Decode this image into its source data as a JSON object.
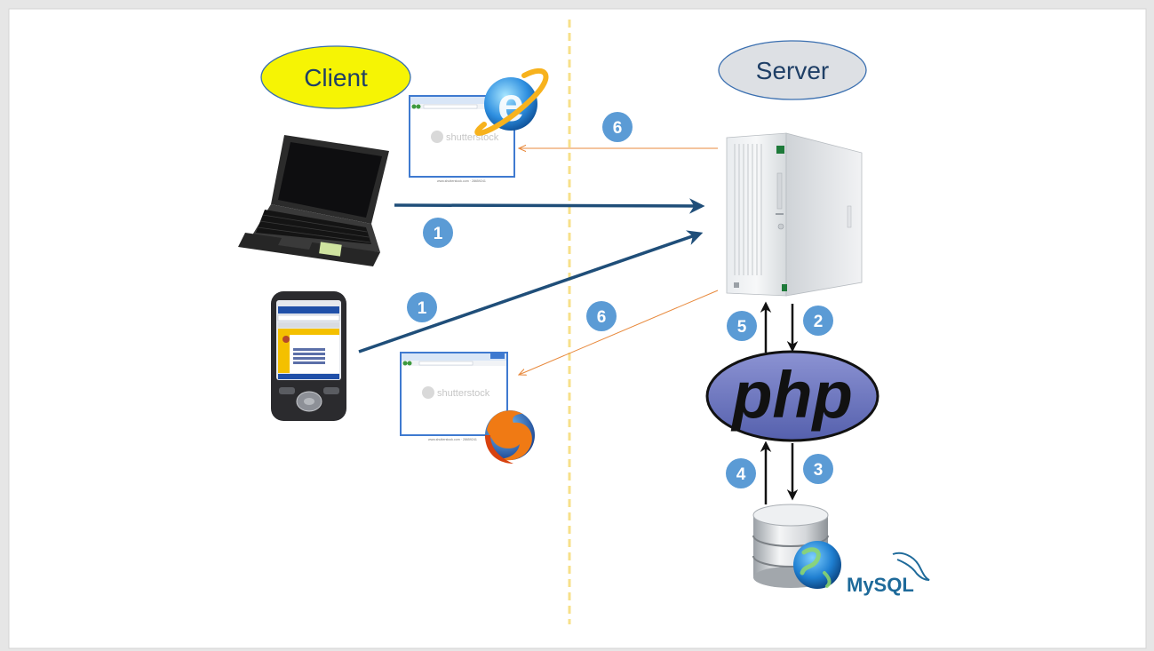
{
  "labels": {
    "client": "Client",
    "server": "Server"
  },
  "steps": {
    "laptop_request": "1",
    "phone_request": "1",
    "server_to_php": "2",
    "php_to_db": "3",
    "db_to_php": "4",
    "php_to_server": "5",
    "response_ie": "6",
    "response_firefox": "6"
  },
  "logos": {
    "php": "php",
    "mysql": "MySQL",
    "watermark": "shutterstock",
    "watermark_footer": "www.shutterstock.com · 28659241"
  },
  "colors": {
    "client_oval": "#f6f404",
    "server_oval": "#dde0e4",
    "badge": "#5b9bd5",
    "request_arrow": "#1f4e79",
    "response_arrow": "#e8893c",
    "divider": "#f7e08a",
    "php_oval": "#6f79c4",
    "mysql_blue": "#1e6a9a",
    "mysql_orange": "#f29111"
  },
  "icons": [
    "laptop-icon",
    "smartphone-icon",
    "server-tower-icon",
    "database-icon",
    "globe-icon",
    "internet-explorer-icon",
    "firefox-icon",
    "dolphin-icon"
  ]
}
